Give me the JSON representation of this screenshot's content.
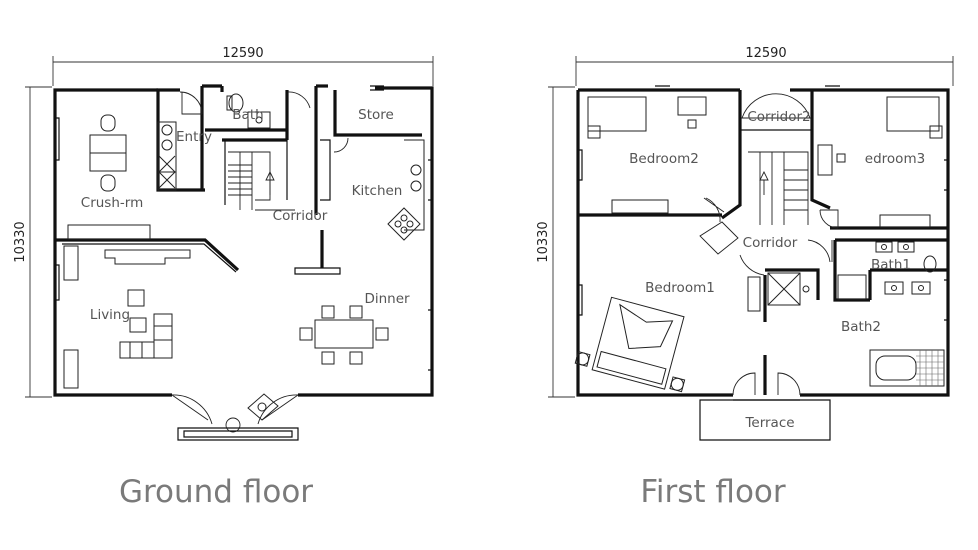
{
  "ground_floor": {
    "caption": "Ground floor",
    "width_dim": "12590",
    "height_dim": "10330",
    "rooms": {
      "entry": "Entry",
      "bath": "Bath",
      "store": "Store",
      "crush_rm": "Crush-rm",
      "corridor": "Corridor",
      "kitchen": "Kitchen",
      "living": "Living",
      "dinner": "Dinner"
    }
  },
  "first_floor": {
    "caption": "First floor",
    "width_dim": "12590",
    "height_dim": "10330",
    "rooms": {
      "corridor2": "Corridor2",
      "bedroom2": "Bedroom2",
      "bedroom3": "edroom3",
      "corridor": "Corridor",
      "bedroom1": "Bedroom1",
      "bath1": "Bath1",
      "bath2": "Bath2",
      "terrace": "Terrace"
    }
  }
}
